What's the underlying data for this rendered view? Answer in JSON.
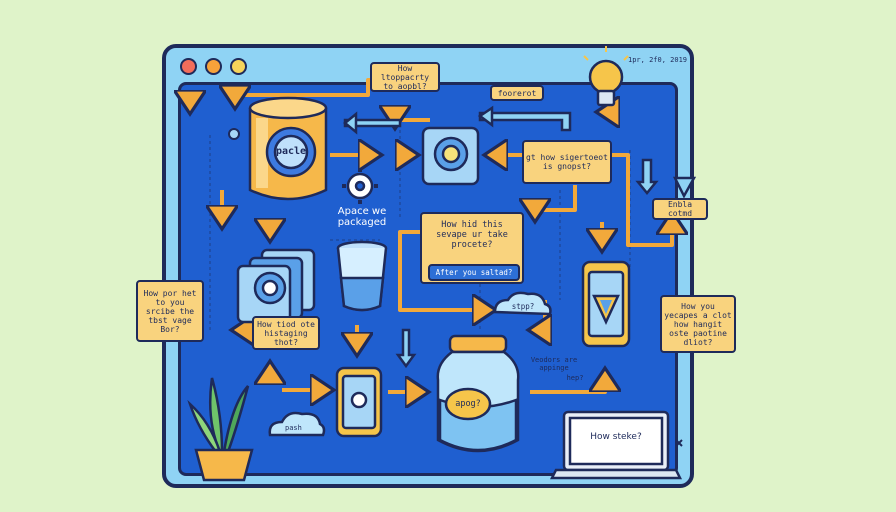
{
  "window": {
    "date": "1pr, 2f0, 2019"
  },
  "notes": {
    "top_question": "How ltoppacrty to aopbl?",
    "footnote": "foorerot",
    "side_question": "gt how sigertoeot is gnopst?",
    "center_question": "How hid this sevape ur take procete?",
    "center_answer": "After you saltad?",
    "left_question": "How por het to you srcibe the tbst vage Bor?",
    "packaging_question": "How tiod ote histaging thot?",
    "right_question": "How you yecapes a clot how hangit oste paotine dliot?",
    "laptop_question": "How steke?",
    "enable_note": "Enbla cotmd"
  },
  "labels": {
    "can": "pacle",
    "packaged": "Apace we packaged",
    "stp": "stpp?",
    "jar": "apog?",
    "vendors": "Veodors are appinge",
    "hep": "hep?",
    "push": "pash"
  },
  "colors": {
    "background": "#dff3c9",
    "frame": "#8fd3f4",
    "canvas": "#1f5fd0",
    "note": "#f9d37e",
    "outline": "#1e2a5a",
    "arrow": "#f2a93b",
    "dot_red": "#f26d5b",
    "dot_orange": "#f7a23a",
    "dot_yellow": "#f6d35a"
  }
}
